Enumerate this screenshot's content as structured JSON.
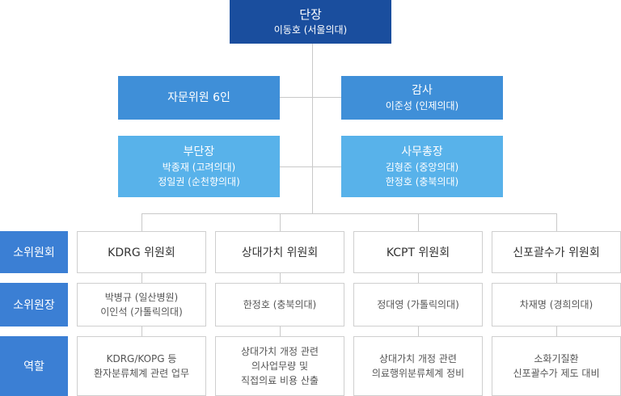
{
  "director": {
    "title": "단장",
    "name": "이동호 (서울의대)"
  },
  "advisors": {
    "title": "자문위원 6인"
  },
  "auditor": {
    "title": "감사",
    "name": "이준성 (인제의대)"
  },
  "vice_director": {
    "title": "부단장",
    "names": [
      "박종재 (고려의대)",
      "정일권 (순천향의대)"
    ]
  },
  "secretary_general": {
    "title": "사무총장",
    "names": [
      "김형준 (중앙의대)",
      "한정호 (충북의대)"
    ]
  },
  "row_labels": {
    "subcommittee": "소위원회",
    "chair": "소위원장",
    "role": "역할"
  },
  "subcommittees": [
    {
      "name": "KDRG 위원회",
      "chairs": [
        "박병규 (일산병원)",
        "이인석 (가톨릭의대)"
      ],
      "roles": [
        "KDRG/KOPG 등",
        "환자분류체계 관련 업무"
      ]
    },
    {
      "name": "상대가치 위원회",
      "chairs": [
        "한정호 (충북의대)"
      ],
      "roles": [
        "상대가치 개정 관련",
        "의사업무량 및",
        "직접의료 비용 산출"
      ]
    },
    {
      "name": "KCPT 위원회",
      "chairs": [
        "정대영 (가톨릭의대)"
      ],
      "roles": [
        "상대가치 개정 관련",
        "의료행위분류체계 정비"
      ]
    },
    {
      "name": "신포괄수가 위원회",
      "chairs": [
        "차재명 (경희의대)"
      ],
      "roles": [
        "소화기질환",
        "신포괄수가 제도 대비"
      ]
    }
  ]
}
